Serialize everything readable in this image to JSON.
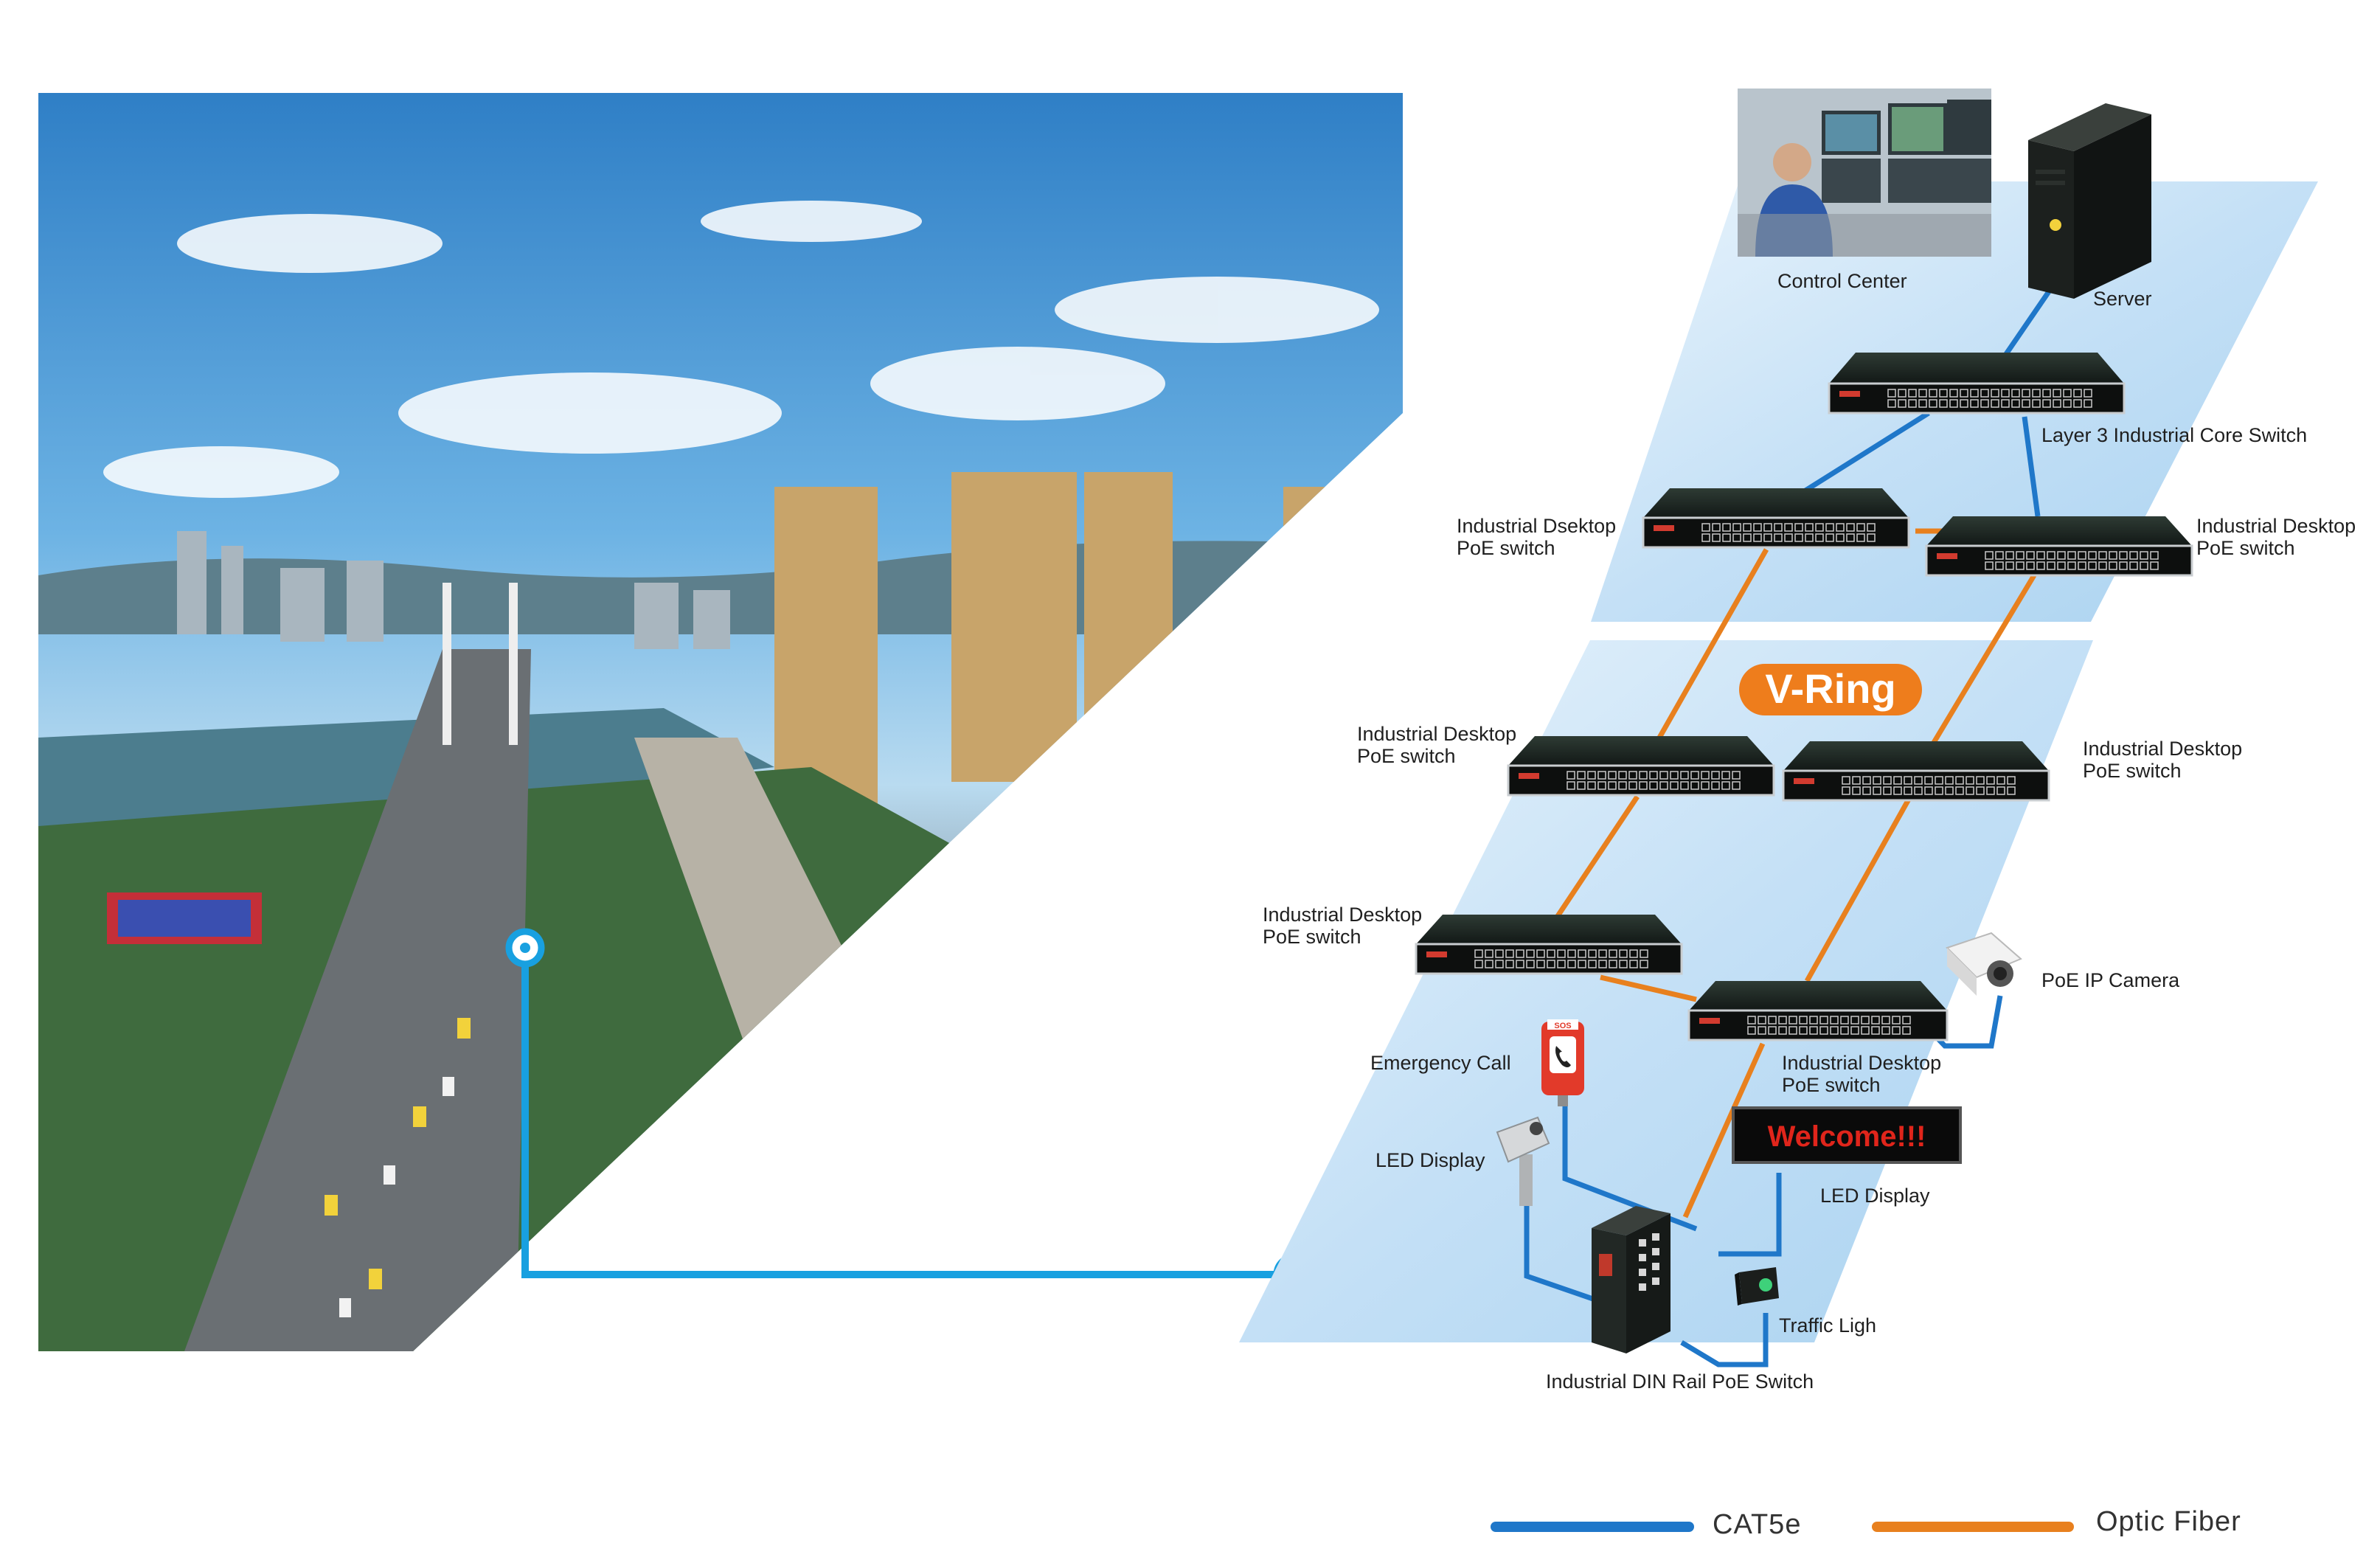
{
  "colors": {
    "cat5e": "#1f77c9",
    "fiber": "#e8801e",
    "panel": "#cfe6f8",
    "vring_badge": "#ee7d1c"
  },
  "ring_label": "V-Ring",
  "led_sign_text": "Welcome!!!",
  "labels": {
    "control_center": "Control Center",
    "server": "Server",
    "core_switch": "Layer 3 Industrial Core Switch",
    "sw_top_left": "Industrial Dsektop\nPoE switch",
    "sw_top_right": "Industrial Desktop\n PoE switch",
    "sw_mid_left": "Industrial Desktop\nPoE switch",
    "sw_mid_right": "Industrial Desktop\nPoE switch",
    "sw_low_left": "Industrial Desktop\nPoE switch",
    "sw_low_center": "Industrial Desktop\nPoE switch",
    "poe_camera": "PoE IP Camera",
    "emergency_call": "Emergency Call",
    "led_display_left": "LED Display",
    "led_display_right": "LED Display",
    "traffic_light": "Traffic Ligh",
    "din_rail_switch": "Industrial DIN Rail PoE Switch"
  },
  "legend": {
    "cat5e": "CAT5e",
    "fiber": "Optic Fiber"
  }
}
